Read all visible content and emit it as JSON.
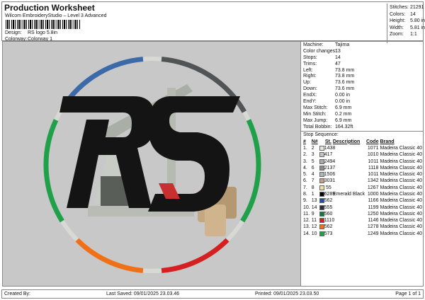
{
  "header": {
    "title": "Production Worksheet",
    "software": "Wilcom EmbroideryStudio – Level 3 Advanced",
    "design_label": "Design:",
    "design": "RS logo 5.8in",
    "colorway_label": "Colorway:",
    "colorway": "Colorway 1"
  },
  "stats": [
    {
      "k": "Stitches:",
      "v": "21291"
    },
    {
      "k": "Colors:",
      "v": "14"
    },
    {
      "k": "Height:",
      "v": "5.80 in"
    },
    {
      "k": "Width:",
      "v": "5.81 in"
    },
    {
      "k": "Zoom:",
      "v": "1:1"
    }
  ],
  "info": [
    {
      "k": "Machine:",
      "v": "Tajima"
    },
    {
      "k": "Color changes:",
      "v": "13"
    },
    {
      "k": "Stops:",
      "v": "14"
    },
    {
      "k": "Trims:",
      "v": "47"
    },
    {
      "k": "Left:",
      "v": "73.8 mm"
    },
    {
      "k": "Right:",
      "v": "73.8 mm"
    },
    {
      "k": "Up:",
      "v": "73.6 mm"
    },
    {
      "k": "Down:",
      "v": "73.6 mm"
    },
    {
      "k": "EndX:",
      "v": "0.00 in"
    },
    {
      "k": "EndY:",
      "v": "0.00 in"
    },
    {
      "k": "Max Stitch:",
      "v": "6.9 mm"
    },
    {
      "k": "Min Stitch:",
      "v": "0.2 mm"
    },
    {
      "k": "Max Jump:",
      "v": "6.9 mm"
    },
    {
      "k": "Total Bobbin:",
      "v": "164.32ft"
    }
  ],
  "stop_sequence": {
    "label": "Stop Sequence:",
    "headers": [
      "#",
      "N#",
      "St.",
      "Description",
      "Code",
      "Brand"
    ],
    "rows": [
      {
        "n": "1.",
        "needle": "2",
        "color": "#e8e6dc",
        "st": "1438",
        "desc": "",
        "code": "1071",
        "brand": "Madeira Classic 40"
      },
      {
        "n": "2.",
        "needle": "3",
        "color": "#c4c4c0",
        "st": "417",
        "desc": "",
        "code": "1010",
        "brand": "Madeira Classic 40"
      },
      {
        "n": "3.",
        "needle": "5",
        "color": "#a9aaa8",
        "st": "2494",
        "desc": "",
        "code": "1011",
        "brand": "Madeira Classic 40"
      },
      {
        "n": "4.",
        "needle": "6",
        "color": "#8a8c8a",
        "st": "2137",
        "desc": "",
        "code": "1118",
        "brand": "Madeira Classic 40"
      },
      {
        "n": "5.",
        "needle": "4",
        "color": "#b0b4b8",
        "st": "1506",
        "desc": "",
        "code": "1011",
        "brand": "Madeira Classic 40"
      },
      {
        "n": "6.",
        "needle": "7",
        "color": "#c4a08a",
        "st": "3031",
        "desc": "",
        "code": "1342",
        "brand": "Madeira Classic 40"
      },
      {
        "n": "7.",
        "needle": "8",
        "color": "#eee0a8",
        "st": "55",
        "desc": "",
        "code": "1267",
        "brand": "Madeira Classic 40"
      },
      {
        "n": "8.",
        "needle": "1",
        "color": "#000000",
        "st": "6289",
        "desc": "Emerald Black",
        "code": "1000",
        "brand": "Madeira Classic 40"
      },
      {
        "n": "9.",
        "needle": "13",
        "color": "#1f4fa0",
        "st": "562",
        "desc": "",
        "code": "1166",
        "brand": "Madeira Classic 40"
      },
      {
        "n": "10.",
        "needle": "14",
        "color": "#2a2e36",
        "st": "555",
        "desc": "",
        "code": "1199",
        "brand": "Madeira Classic 40"
      },
      {
        "n": "11.",
        "needle": "9",
        "color": "#0e7a3c",
        "st": "560",
        "desc": "",
        "code": "1250",
        "brand": "Madeira Classic 40"
      },
      {
        "n": "12.",
        "needle": "11",
        "color": "#d42020",
        "st": "1110",
        "desc": "",
        "code": "1146",
        "brand": "Madeira Classic 40"
      },
      {
        "n": "13.",
        "needle": "12",
        "color": "#f07018",
        "st": "562",
        "desc": "",
        "code": "1278",
        "brand": "Madeira Classic 40"
      },
      {
        "n": "14.",
        "needle": "10",
        "color": "#20a048",
        "st": "573",
        "desc": "",
        "code": "1249",
        "brand": "Madeira Classic 40"
      }
    ]
  },
  "footer": {
    "created": "Created By:",
    "saved": "Last Saved: 09/01/2025 23.03.46",
    "printed": "Printed: 09/01/2025 23.03.50",
    "page": "Page 1 of 1"
  }
}
